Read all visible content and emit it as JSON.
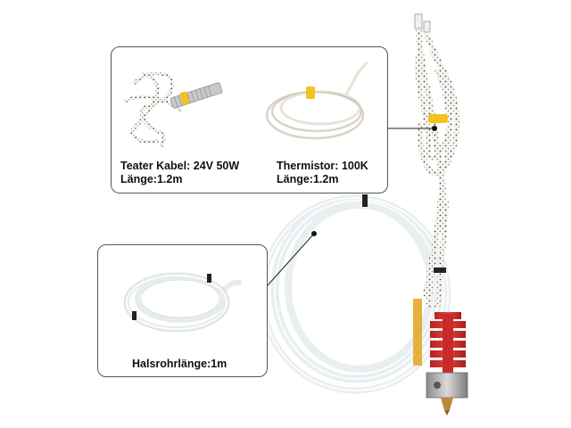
{
  "callouts": {
    "heater": {
      "line1": "Teater Kabel: 24V 50W",
      "line2": "Länge:1.2m"
    },
    "thermistor": {
      "line1": "Thermistor: 100K",
      "line2": "Länge:1.2m"
    },
    "tube": {
      "line1": "Halsrohrlänge:1m"
    }
  },
  "colors": {
    "heat_block": "#d8322f",
    "kapton_tape": "#e0a51e",
    "tie_band": "#f2c320",
    "tube": "#f3f3f3",
    "cable": "#f6f4ee",
    "nozzle": "#b98a3a"
  }
}
